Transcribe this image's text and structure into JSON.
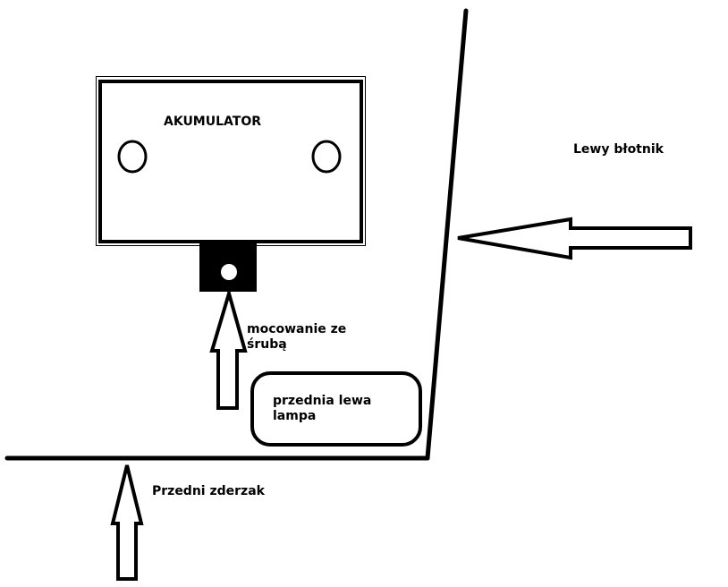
{
  "labels": {
    "battery": "AKUMULATOR",
    "fender": "Lewy błotnik",
    "mount_line1": "mocowanie ze",
    "mount_line2": "śrubą",
    "lamp_line1": "przednia lewa",
    "lamp_line2": "lampa",
    "bumper": "Przedni zderzak"
  },
  "colors": {
    "ink": "#000000",
    "paper": "#ffffff"
  }
}
